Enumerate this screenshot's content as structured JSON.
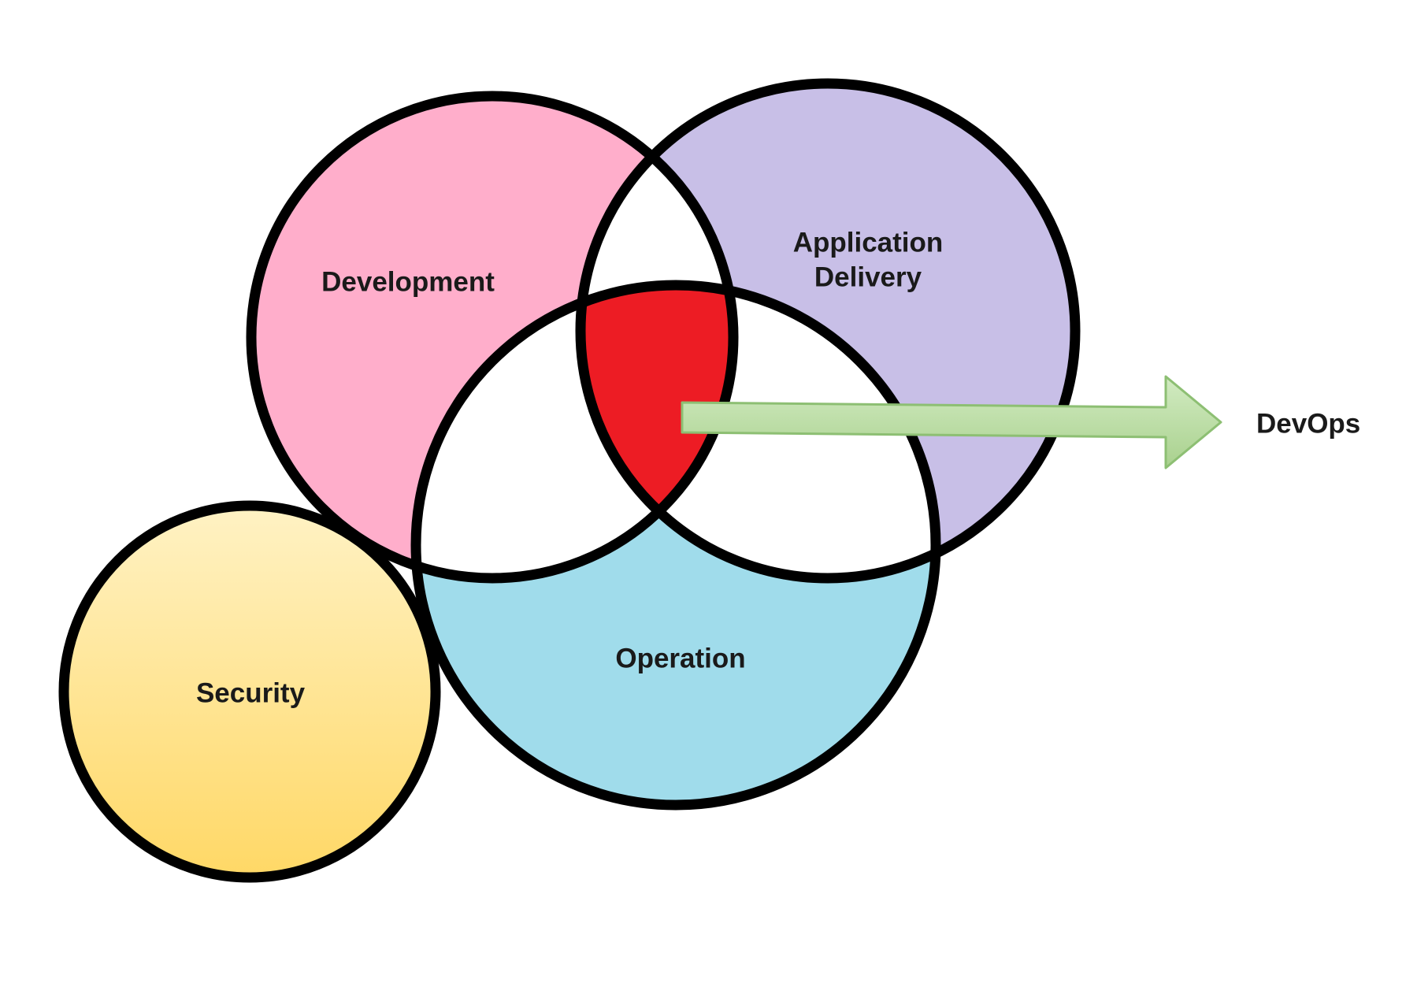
{
  "diagram": {
    "circles": {
      "development": {
        "label": "Development",
        "fill": "#FFAECB"
      },
      "application_delivery": {
        "label_line1": "Application",
        "label_line2": "Delivery",
        "fill": "#C8BFE7"
      },
      "operation": {
        "label": "Operation",
        "fill": "#A0DCEB"
      },
      "security": {
        "label": "Security",
        "fill_top": "#FFF2C4",
        "fill_bottom": "#FFD866"
      }
    },
    "intersection": {
      "fill": "#ED1C24"
    },
    "arrow": {
      "label": "DevOps",
      "fill": "#A9D18E",
      "stroke": "#8DBF73"
    },
    "outline_color": "#000000"
  }
}
